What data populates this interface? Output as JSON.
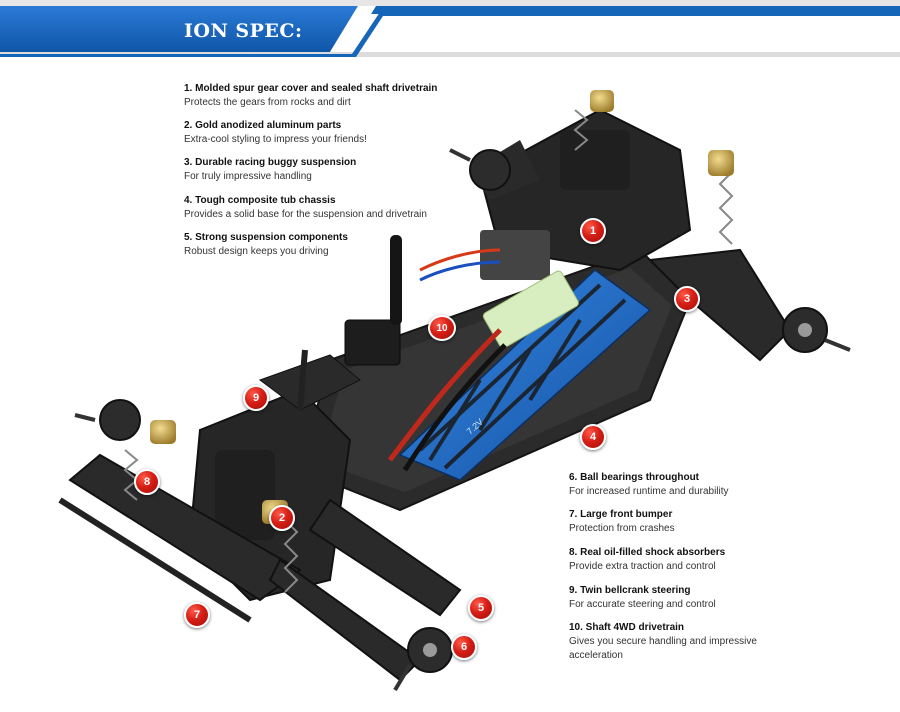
{
  "header": {
    "title": "ION SPEC:"
  },
  "features_left": [
    {
      "title": "1. Molded spur gear cover and sealed shaft drivetrain",
      "desc": "Protects the gears from rocks and dirt"
    },
    {
      "title": "2. Gold anodized aluminum parts",
      "desc": "Extra-cool styling to impress your friends!"
    },
    {
      "title": "3. Durable racing buggy suspension",
      "desc": "For truly impressive handling"
    },
    {
      "title": "4. Tough composite tub chassis",
      "desc": "Provides a solid base for the suspension and drivetrain"
    },
    {
      "title": "5. Strong suspension components",
      "desc": "Robust design keeps you driving"
    }
  ],
  "features_right": [
    {
      "title": "6. Ball bearings throughout",
      "desc": "For increased runtime and durability"
    },
    {
      "title": "7. Large front bumper",
      "desc": "Protection from crashes"
    },
    {
      "title": "8. Real oil-filled shock absorbers",
      "desc": "Provide extra traction and control"
    },
    {
      "title": "9. Twin bellcrank steering",
      "desc": "For accurate steering and control"
    },
    {
      "title": "10. Shaft 4WD drivetrain",
      "desc": "Gives you secure handling and impressive acceleration"
    }
  ],
  "markers": [
    "1",
    "2",
    "3",
    "4",
    "5",
    "6",
    "7",
    "8",
    "9",
    "10"
  ],
  "battery_label": "7.2V",
  "colors": {
    "banner_blue": "#1565b8",
    "banner_dark": "#0d3f80",
    "marker_red": "#d61f16",
    "chassis": "#2a2a2a",
    "battery": "#1b6fd1",
    "aluminum_gold": "#c9a64a"
  }
}
